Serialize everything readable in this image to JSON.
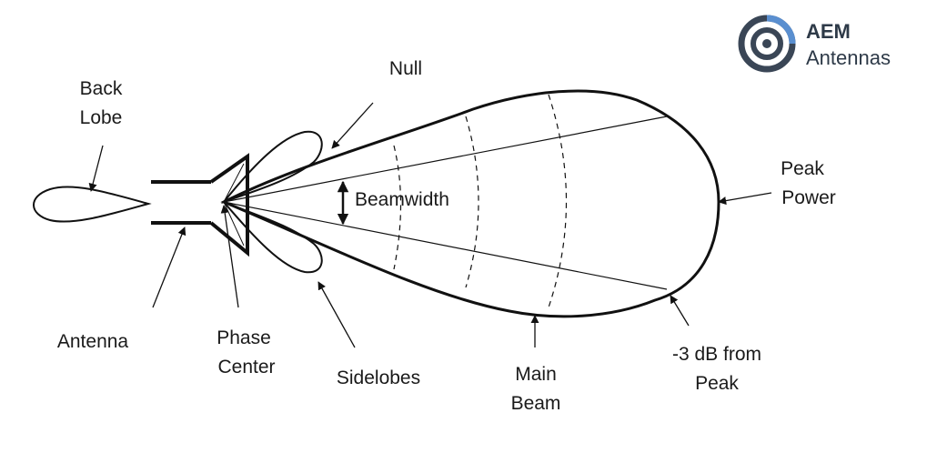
{
  "logo": {
    "name_top": "AEM",
    "name_bottom": "Antennas",
    "ring_color": "#3a4656",
    "accent_color": "#5a8fd0"
  },
  "labels": {
    "back_lobe_1": "Back",
    "back_lobe_2": "Lobe",
    "null": "Null",
    "beamwidth": "Beamwidth",
    "peak_1": "Peak",
    "peak_2": "Power",
    "antenna": "Antenna",
    "phase_1": "Phase",
    "phase_2": "Center",
    "sidelobes": "Sidelobes",
    "main_1": "Main",
    "main_2": "Beam",
    "db_1": "-3 dB from",
    "db_2": "Peak"
  }
}
